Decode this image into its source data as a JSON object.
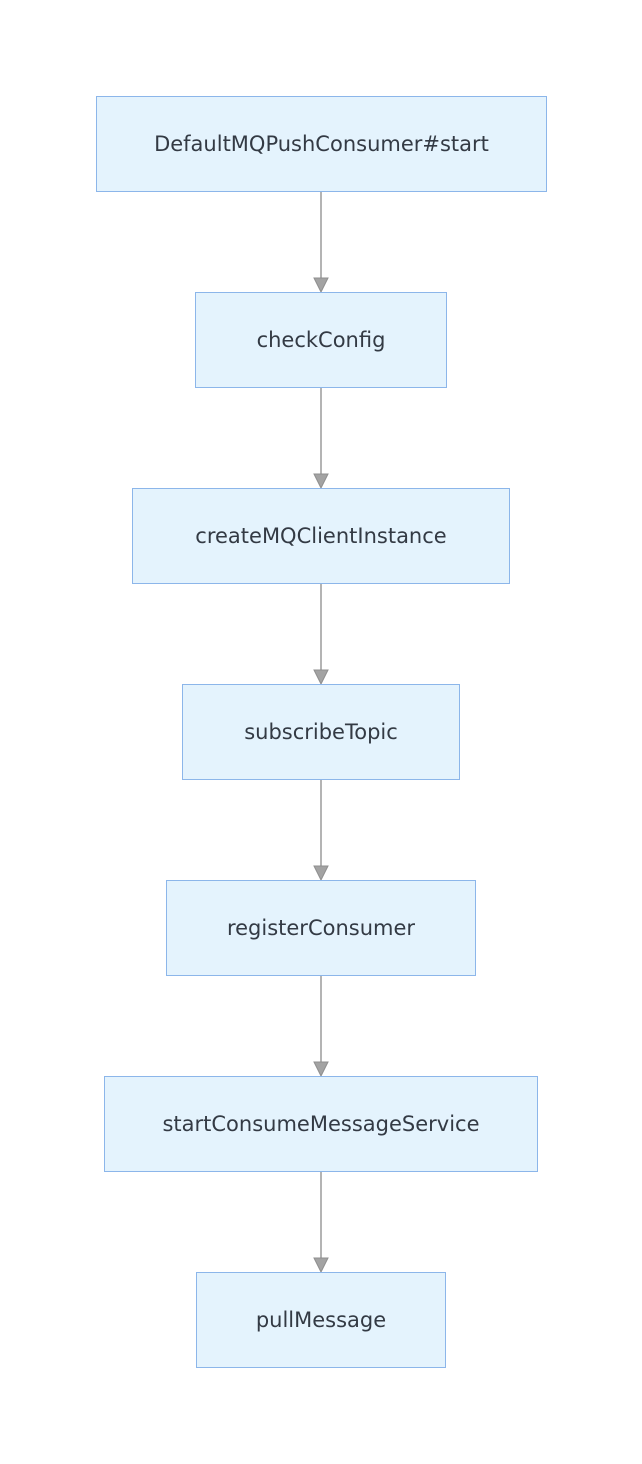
{
  "diagram": {
    "type": "flowchart",
    "direction": "top-down",
    "colors": {
      "node_fill": "#e4f3fd",
      "node_border": "#8cb6ea",
      "text": "#333a44",
      "edge": "#9a9a9a"
    },
    "nodes": [
      {
        "label": "DefaultMQPushConsumer#start"
      },
      {
        "label": "checkConfig"
      },
      {
        "label": "createMQClientInstance"
      },
      {
        "label": "subscribeTopic"
      },
      {
        "label": "registerConsumer"
      },
      {
        "label": "startConsumeMessageService"
      },
      {
        "label": "pullMessage"
      }
    ],
    "edges": [
      {
        "from": "DefaultMQPushConsumer#start",
        "to": "checkConfig"
      },
      {
        "from": "checkConfig",
        "to": "createMQClientInstance"
      },
      {
        "from": "createMQClientInstance",
        "to": "subscribeTopic"
      },
      {
        "from": "subscribeTopic",
        "to": "registerConsumer"
      },
      {
        "from": "registerConsumer",
        "to": "startConsumeMessageService"
      },
      {
        "from": "startConsumeMessageService",
        "to": "pullMessage"
      }
    ]
  }
}
